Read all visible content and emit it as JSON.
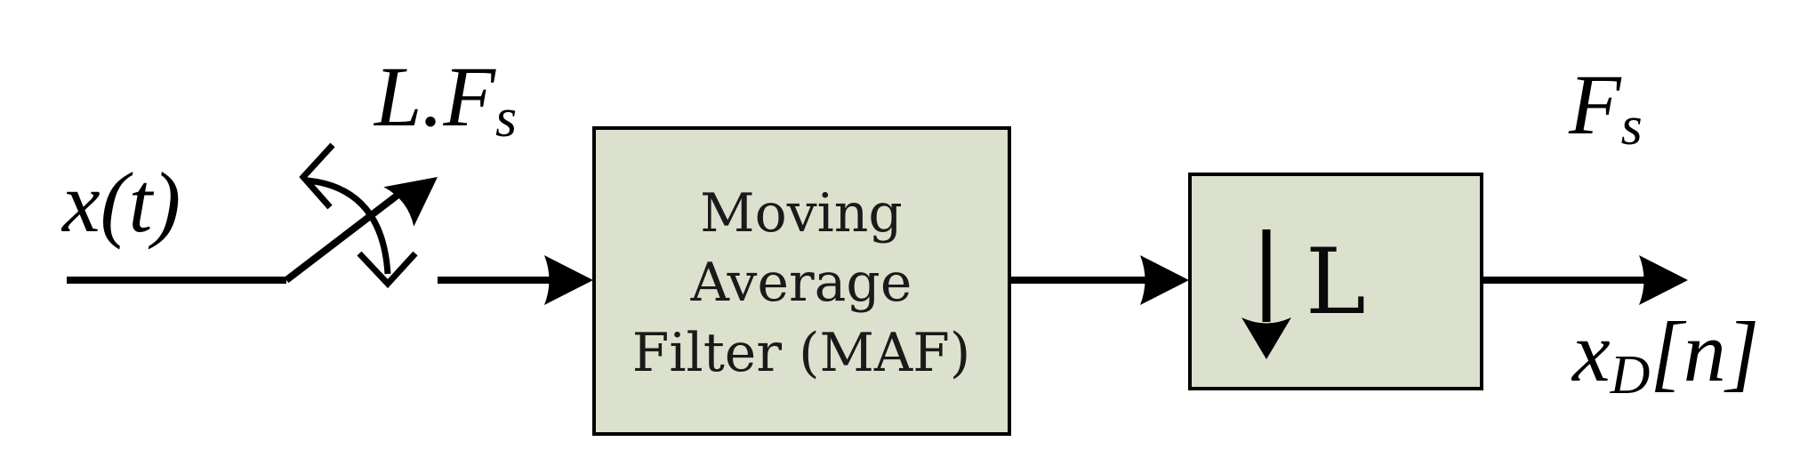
{
  "diagram": {
    "type": "signal-processing-block-diagram",
    "labels": {
      "input_signal": "x(t)",
      "sampler_rate_main": "L.F",
      "sampler_rate_sub": "s",
      "output_rate_main": "F",
      "output_rate_sub": "s",
      "output_signal_main": "x",
      "output_signal_sub": "D",
      "output_signal_rest": "[n]"
    },
    "blocks": {
      "maf": {
        "lines": [
          "Moving",
          "Average",
          "Filter (MAF)"
        ]
      },
      "downsampler": {
        "label": "L",
        "icon": "down-arrow-icon"
      }
    },
    "colors": {
      "block_fill": "#dce1ce",
      "stroke": "#000000",
      "background": "#ffffff"
    }
  }
}
